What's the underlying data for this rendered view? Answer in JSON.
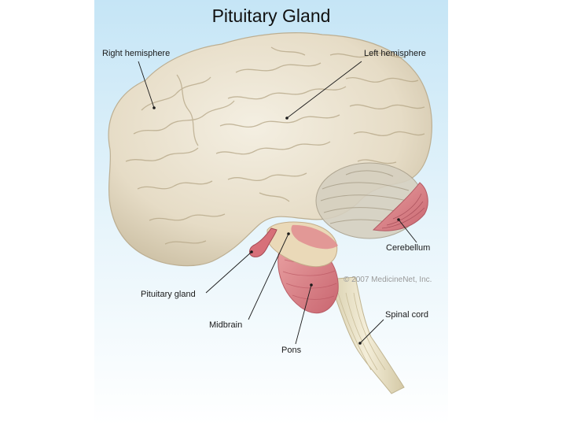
{
  "title": "Pituitary Gland",
  "labels": {
    "right_hemisphere": "Right hemisphere",
    "left_hemisphere": "Left hemisphere",
    "cerebellum": "Cerebellum",
    "pituitary_gland": "Pituitary gland",
    "midbrain": "Midbrain",
    "pons": "Pons",
    "spinal_cord": "Spinal cord"
  },
  "copyright": "© 2007 MedicineNet, Inc.",
  "colors": {
    "sky_top": "#c7e6f5",
    "brain": "#e9e1cf",
    "brain_shadow": "#b9ad93",
    "cerebellum_red": "#cf6f78",
    "pons_red": "#de8b8c",
    "cord": "#ebe3c6"
  }
}
